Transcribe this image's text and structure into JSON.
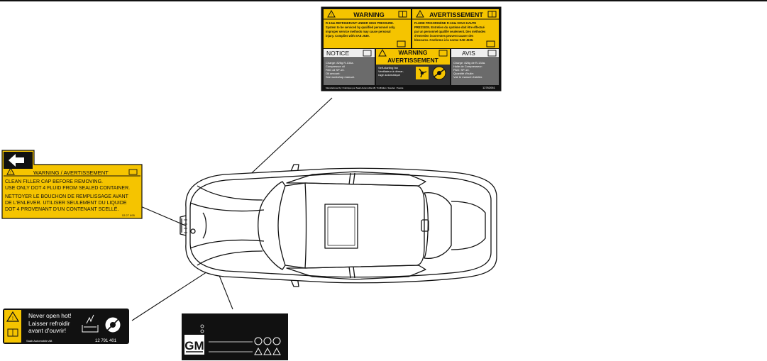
{
  "ac_label": {
    "header_left": "WARNING",
    "header_right": "AVERTISSEMENT",
    "body_left": [
      "R-134a REFRIGERANT UNDER HIGH PRESSURE.",
      "System to be serviced by qualified personnel only.",
      "Improper service methods may cause personal",
      "injury. Complies with SAE J639."
    ],
    "body_right": [
      "FLUIDE FRIGORIGÈNE R-134a SOUS HAUTE",
      "PRESSION. Entretien du système doit être effectué",
      "par un personnel qualifié seulement. Des méthodes",
      "d'entretien incorrectes peuvent causer des",
      "blessures. Conforme à la norme SAE J639."
    ],
    "notice": "NOTICE",
    "warning_center": "WARNING",
    "avertissement_center": "AVERTISSEMENT",
    "avis": "AVIS",
    "notice_body": [
      "Charge: 825g R-134a.",
      "Compressor oil",
      "PAG oil SP-10.",
      "Oil amount:",
      "See workshop manual."
    ],
    "center_body": [
      "Self-starting fan",
      "Ventilateur à démar-",
      "rage automatique"
    ],
    "avis_body": [
      "Charge: 825g de R-134a.",
      "Huile de Compresseur:",
      "PAG: SP-10.",
      "Quantité d'huile:",
      "Voir le manuel d'atelier."
    ],
    "footer": "Manufactured by / Fabriqué par Saab Automobile AB, Trollhättan, Sweden / Suède",
    "part_no": "12762061"
  },
  "brake_label": {
    "header": "WARNING / AVERTISSEMENT",
    "lines_en": [
      "CLEAN FILLER CAP BEFORE REMOVING.",
      "USE ONLY DOT 4 FLUID FROM SEALED CONTAINER."
    ],
    "lines_fr": [
      "NETTOYER LE BOUCHON DE REMPLISSAGE AVANT",
      "DE L'ENLEVER. UTILISER SEULEMENT DU LIQUIDE",
      "DOT 4 PROVENANT D'UN CONTENANT SCELLÉ."
    ],
    "part_no": "53 27 695"
  },
  "coolant_label": {
    "lines": [
      "Never open hot!",
      "Laisser refroidir",
      "avant d'ouvrir!"
    ],
    "maker": "Saab Automobile AB",
    "part_no": "12 791 401"
  },
  "gm_label": {
    "logo": "GM"
  },
  "colors": {
    "yellow": "#f5c400",
    "black": "#111111",
    "gray": "#6b6b6b",
    "light": "#eeeeee"
  },
  "icons": [
    "warning-triangle-icon",
    "manual-book-icon",
    "fan-icon",
    "hand-hazard-icon",
    "arrow-icon",
    "hot-coolant-icon",
    "no-open-icon"
  ]
}
